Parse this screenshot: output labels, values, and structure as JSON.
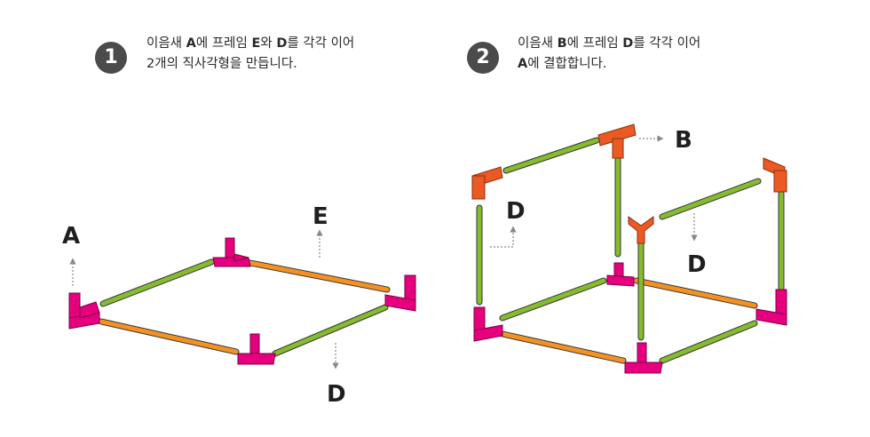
{
  "steps": [
    {
      "number": "1",
      "line1": [
        "이음새 ",
        "A",
        "에 프레임 ",
        "E",
        "와 ",
        "D",
        "를 각각 이어"
      ],
      "line2": "2개의 직사각형을 만듭니다."
    },
    {
      "number": "2",
      "line1": [
        "이음새 ",
        "B",
        "에 프레임 ",
        "D",
        "를 각각 이어"
      ],
      "line2": [
        "A",
        "에 결합합니다."
      ]
    }
  ],
  "labels": {
    "step1": {
      "connector": "A",
      "frame_e": "E",
      "frame_d": "D"
    },
    "step2": {
      "connector": "B",
      "frame_d_left": "D",
      "frame_d_right": "D"
    }
  },
  "colors": {
    "connector_a": "#e6007e",
    "connector_b": "#ec5a24",
    "frame_d": "#86bb2f",
    "frame_e": "#f39223",
    "arrow": "#888888",
    "badge": "#4b4b4b"
  }
}
